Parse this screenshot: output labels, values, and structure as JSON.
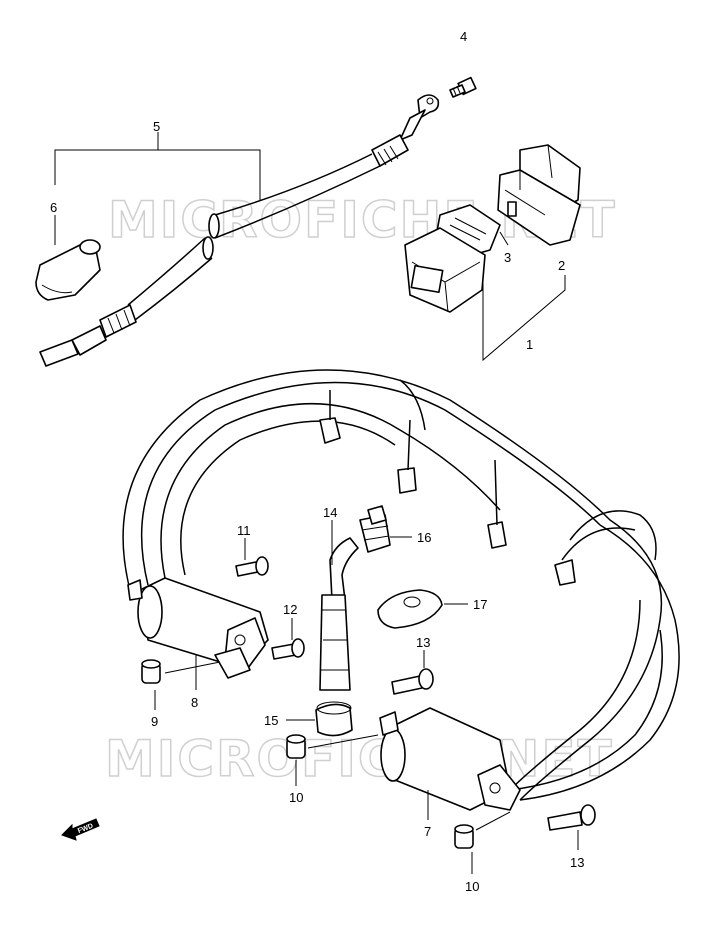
{
  "watermark": "MICROFICHE.NET",
  "forward_badge": "FWD",
  "callouts": {
    "c1": "1",
    "c2": "2",
    "c3": "3",
    "c4": "4",
    "c5": "5",
    "c6": "6",
    "c7": "7",
    "c8": "8",
    "c9": "9",
    "c10a": "10",
    "c10b": "10",
    "c11": "11",
    "c12": "12",
    "c13a": "13",
    "c13b": "13",
    "c14": "14",
    "c15": "15",
    "c16": "16",
    "c17": "17"
  }
}
